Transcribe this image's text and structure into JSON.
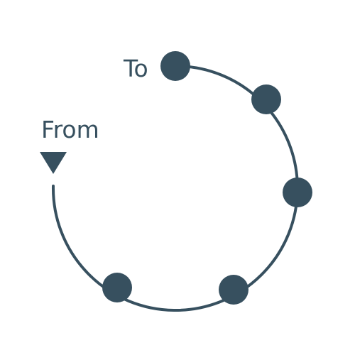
{
  "diagram": {
    "from_label": "From",
    "to_label": "To",
    "color": "#37505f",
    "node_count": 5
  }
}
